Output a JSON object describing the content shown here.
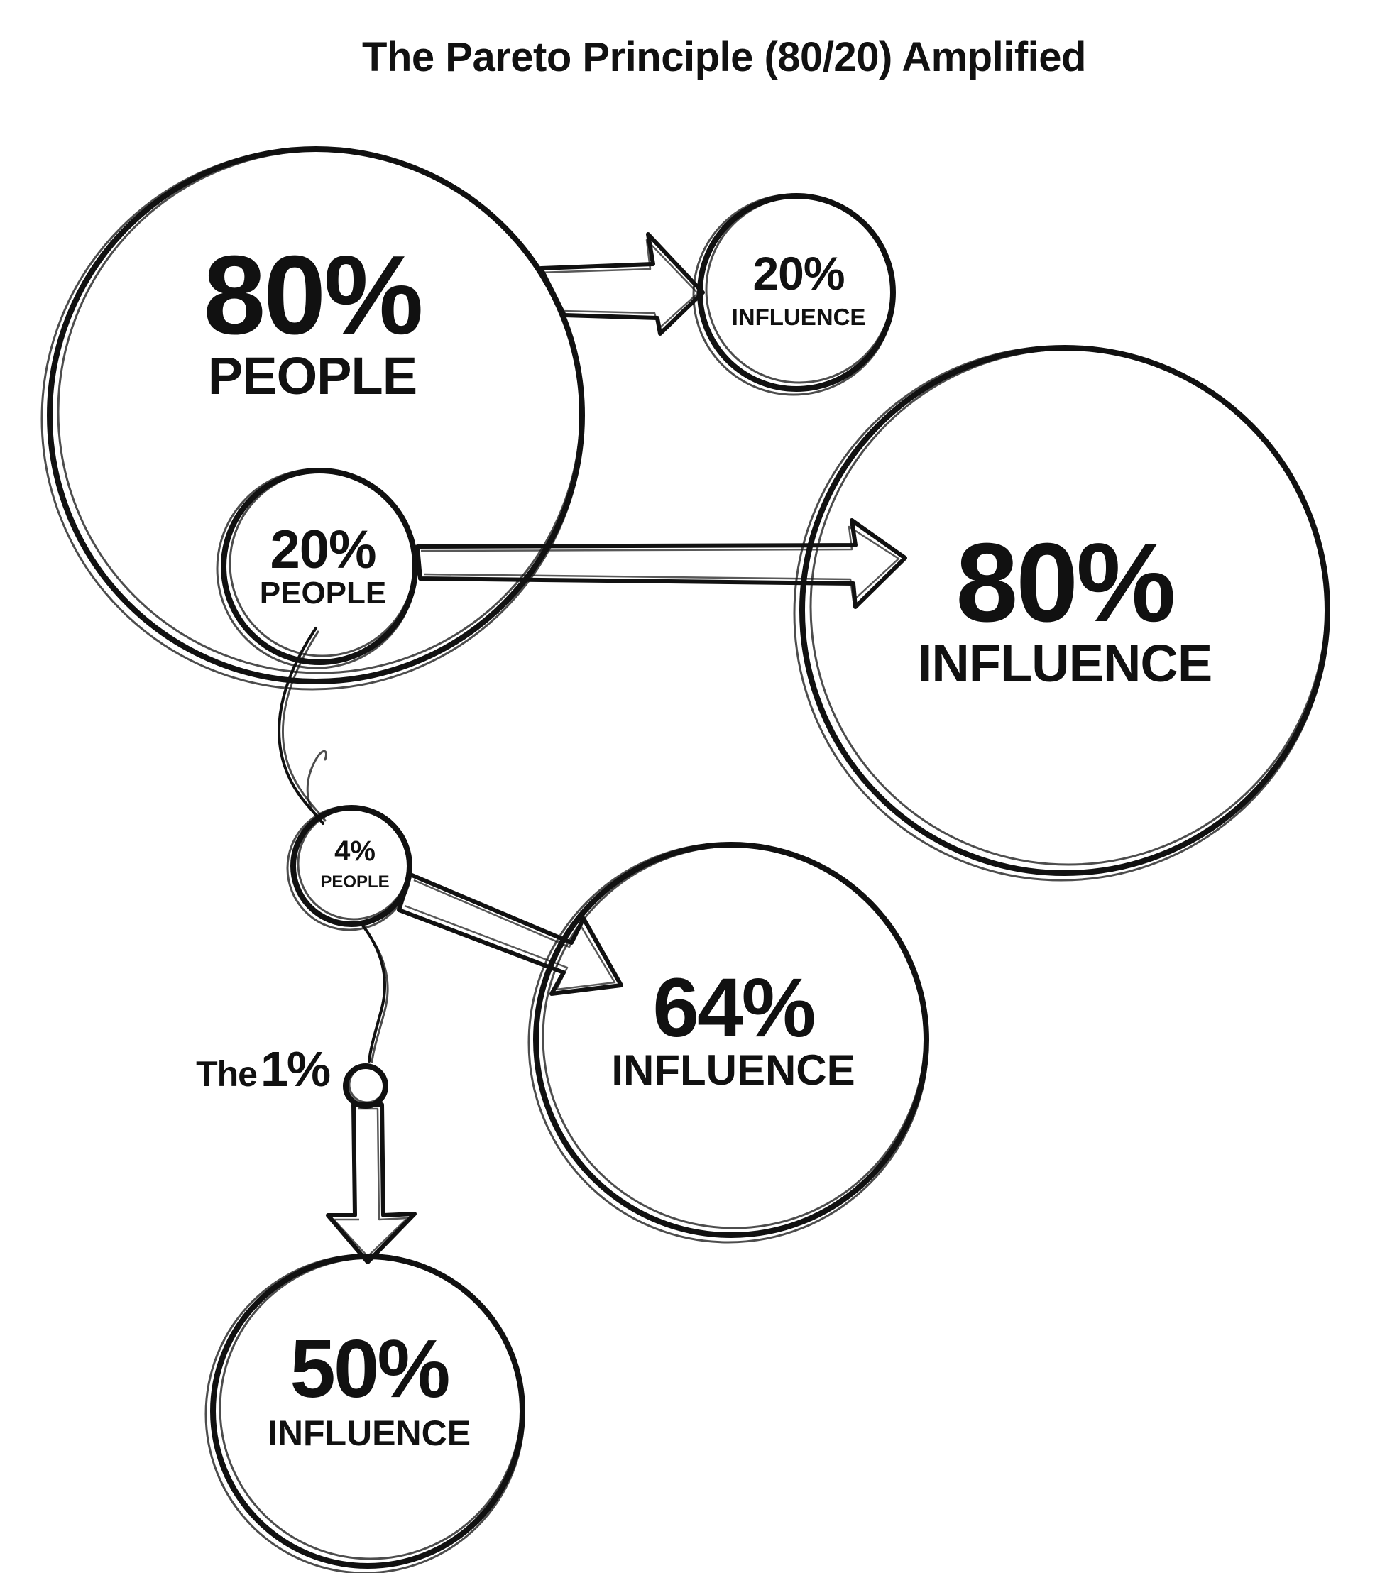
{
  "title": "The Pareto Principle (80/20) Amplified",
  "circles": {
    "people_80": {
      "percent": "80%",
      "label": "PEOPLE"
    },
    "influence_20": {
      "percent": "20%",
      "label": "INFLUENCE"
    },
    "people_20": {
      "percent": "20%",
      "label": "PEOPLE"
    },
    "influence_80": {
      "percent": "80%",
      "label": "INFLUENCE"
    },
    "people_4": {
      "percent": "4%",
      "label": "PEOPLE"
    },
    "influence_64": {
      "percent": "64%",
      "label": "INFLUENCE"
    },
    "influence_50": {
      "percent": "50%",
      "label": "INFLUENCE"
    }
  },
  "top_one_percent": {
    "prefix": "The",
    "value": "1%"
  },
  "style": {
    "ink": "#111111",
    "background": "#ffffff"
  }
}
